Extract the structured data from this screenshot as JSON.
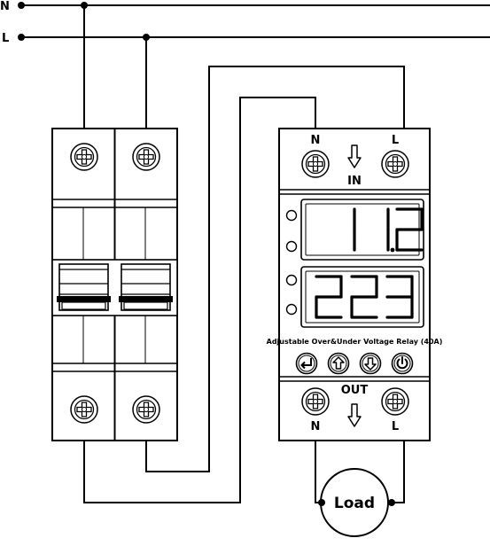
{
  "supply": {
    "neutral_label": "N",
    "live_label": "L"
  },
  "relay": {
    "in_n_label": "N",
    "in_l_label": "L",
    "in_label": "IN",
    "display_top": "11.2",
    "display_bottom": "223",
    "model_text": "Adjustable Over&Under Voltage Relay (40A)",
    "buttons": [
      "enter-icon",
      "up-arrow-icon",
      "down-arrow-icon",
      "power-icon"
    ],
    "out_label": "OUT",
    "out_n_label": "N",
    "out_l_label": "L"
  },
  "load": {
    "label": "Load"
  }
}
